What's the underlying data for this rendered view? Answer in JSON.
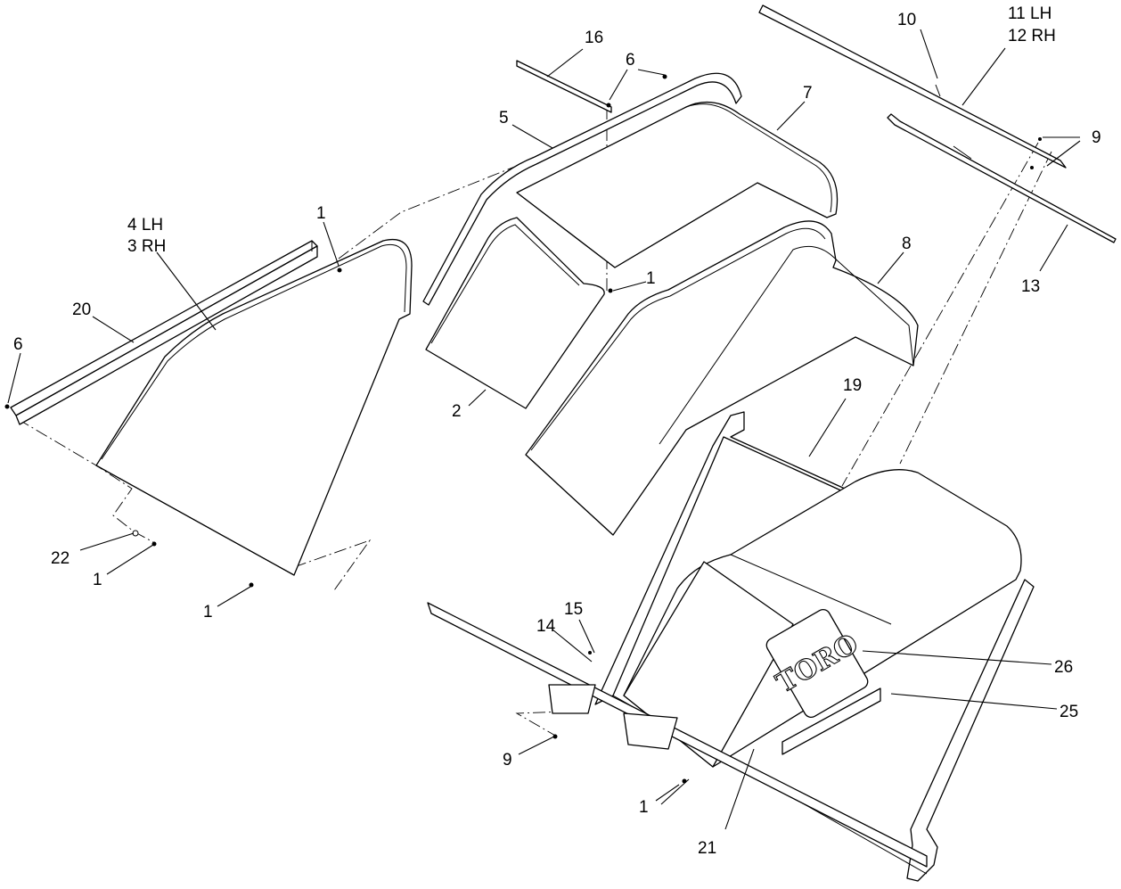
{
  "callouts": {
    "c16": "16",
    "c6_top": "6",
    "c10": "10",
    "c11": "11 LH",
    "c12": "12 RH",
    "c5": "5",
    "c7": "7",
    "c9_right": "9",
    "c1_upper_left": "1",
    "c4": "4  LH",
    "c3": "3  RH",
    "c1_center": "1",
    "c8": "8",
    "c13": "13",
    "c20": "20",
    "c6_left": "6",
    "c2": "2",
    "c19": "19",
    "c22": "22",
    "c1_left": "1",
    "c1_lower_left": "1",
    "c15": "15",
    "c14": "14",
    "c26": "26",
    "c25": "25",
    "c9_bottom": "9",
    "c1_bottom": "1",
    "c21": "21"
  },
  "logo": {
    "text": "TORO"
  }
}
